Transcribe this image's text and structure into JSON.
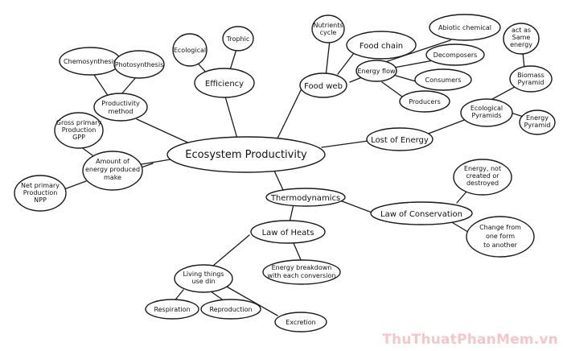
{
  "diagram": {
    "central": "Ecosystem Productivity",
    "nodes": {
      "chemosynthesis": "Chemosynthesis",
      "photosynthesis": "Photosynthesis",
      "ecological_eff": "Ecological",
      "trophic": "Trophic",
      "efficiency": "Efficiency",
      "productivity_method_1": "Productivity",
      "productivity_method_2": "method",
      "food_web": "Food web",
      "nutrients_cycle_1": "Nutrients",
      "nutrients_cycle_2": "cycle",
      "food_chain": "Food chain",
      "energy_flow": "Energy flow",
      "abiotic": "Abiotic chemical",
      "decomposers": "Decomposers",
      "consumers": "Consumers",
      "producers": "Producers",
      "gross_1": "Gross primary",
      "gross_2": "Production",
      "gross_3": "GPP",
      "amount_1": "Amount of",
      "amount_2": "energy produced",
      "amount_3": "make",
      "net_1": "Net primary",
      "net_2": "Production",
      "net_3": "NPP",
      "lost_energy": "Lost of Energy",
      "eco_pyramids_1": "Ecological",
      "eco_pyramids_2": "Pyramids",
      "biomass_1": "Biomass",
      "biomass_2": "Pyramid",
      "act_1": "act as",
      "act_2": "Same",
      "act_3": "energy",
      "energy_pyramid_1": "Energy",
      "energy_pyramid_2": "Pyramid",
      "thermodynamics": "Thermodynamics",
      "law_conservation": "Law of Conservation",
      "energy_not_1": "Energy, not",
      "energy_not_2": "created or",
      "energy_not_3": "destroyed",
      "change_1": "Change from",
      "change_2": "one form",
      "change_3": "to another",
      "law_heats": "Law of Heats",
      "energy_breakdown_1": "Energy breakdown",
      "energy_breakdown_2": "with each conversion",
      "living_1": "Living things",
      "living_2": "use din",
      "respiration": "Respiration",
      "reproduction": "Reproduction",
      "excretion": "Excretion"
    }
  },
  "watermark": "ThuThuatPhanMem.vn",
  "colors": {
    "ink": "#1a1a1a",
    "watermark": "#f3c7c7"
  }
}
